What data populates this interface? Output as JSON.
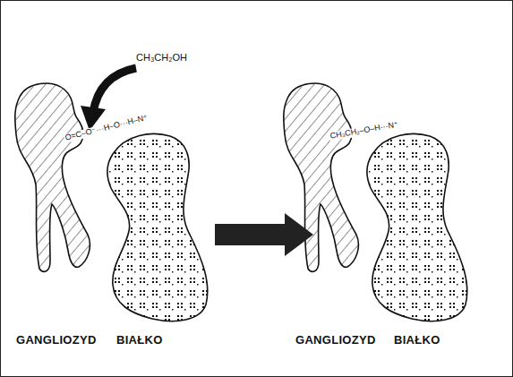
{
  "diagram": {
    "labels": [
      "CH₃CH₂OH",
      "O=C–O⁻···H–O···H–N⁺",
      "GANGLIOZYD",
      "BIAŁKO",
      "CH₃CH₂–O–H···N⁺",
      "GANGLIOZYD",
      "BIAŁKO"
    ]
  }
}
